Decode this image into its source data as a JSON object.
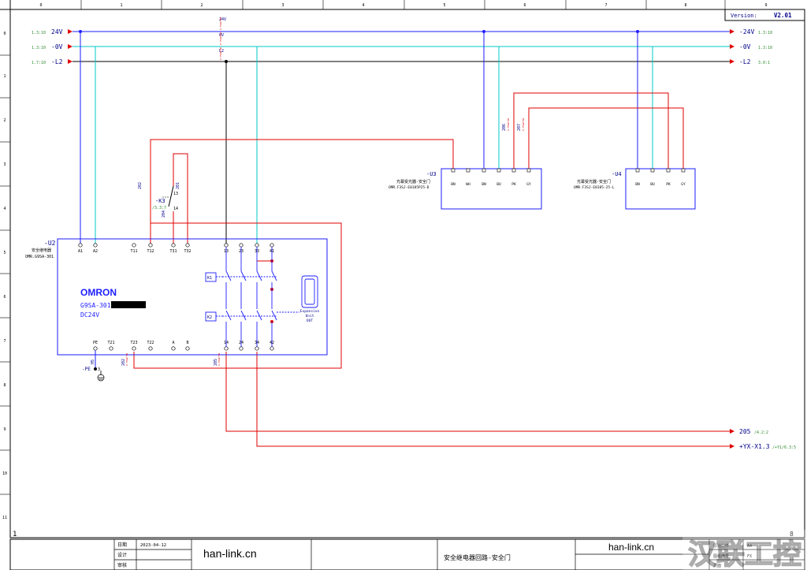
{
  "version": {
    "label": "Version:",
    "value": "V2.01"
  },
  "columns": [
    "0",
    "1",
    "2",
    "3",
    "4",
    "5",
    "6",
    "7",
    "8",
    "9"
  ],
  "rows": [
    "0",
    "1",
    "2",
    "3",
    "4",
    "5",
    "6",
    "7",
    "8",
    "9",
    "10",
    "11"
  ],
  "page_number": "1",
  "page_number_right": "8",
  "rails": {
    "p24": {
      "name": "24V",
      "ref_in": "1.3:10",
      "ref_out": "1.3:10",
      "name_out": "-24V",
      "wire": "24V",
      "wire_spec": "0.75mm²BU"
    },
    "p0": {
      "name": "-0V",
      "ref_in": "1.3:10",
      "ref_out": "1.3:10",
      "name_out": "-0V",
      "wire": "0V",
      "wire_spec": "0.75mm²BU"
    },
    "l2": {
      "name": "-L2",
      "ref_in": "1.7:10",
      "ref_out": "3.0:1",
      "name_out": "-L2",
      "wire": "L2",
      "wire_spec": "0.75mm²BK"
    }
  },
  "u2": {
    "tag": "-U2",
    "desc": "安全继电器",
    "part": "OMR.G9SA-301",
    "logo": "OMRON",
    "model": "G9SA-301",
    "voltage": "DC24V",
    "top_terminals": [
      "A1",
      "A2",
      "T11",
      "T12",
      "T31",
      "T32",
      "13",
      "23",
      "33",
      "41"
    ],
    "bottom_terminals": [
      "PE",
      "T21",
      "T23",
      "T22",
      "A",
      "B",
      "14",
      "24",
      "34",
      "42"
    ],
    "k1": "K1",
    "k2": "K2",
    "expansion": [
      "Expansion",
      "Unit",
      "OUT"
    ]
  },
  "k3": {
    "tag": "-K3",
    "ref": "/3.3:7",
    "t13": "13",
    "t14": "14",
    "wire_a": "202",
    "wire_b": "204",
    "wire_c": "201",
    "wire_spec": "0.75mm²RD"
  },
  "pe": {
    "tag": "-PE",
    "terminal": "3",
    "wire": "H5"
  },
  "wires": {
    "w202": "202",
    "w205": "205",
    "spec": "0.75mm²RD"
  },
  "u3": {
    "tag": "-U3",
    "desc": "光幕受光器-安全门",
    "part": "OMR.F3SJ-E0185P25-D",
    "pins": [
      "BN",
      "WH",
      "BN",
      "BU",
      "PK",
      "GY"
    ],
    "wire_a": "206",
    "wire_b": "207",
    "wire_spec": "0.75mm²RD"
  },
  "u4": {
    "tag": "-U4",
    "desc": "光幕受光器-安全门",
    "part": "OMR.F3SJ-E0185-25-L",
    "pins": [
      "BN",
      "BU",
      "PK",
      "GY"
    ]
  },
  "outputs": {
    "o205": {
      "name": "205",
      "ref": "/4.2:2"
    },
    "oyx": {
      "name": "+YX-X1.3",
      "ref": "/+Y1/6.3:5"
    }
  },
  "title_block": {
    "date_label": "日期",
    "date": "2023-04-12",
    "design_label": "设计",
    "check_label": "审核",
    "site": "han-link.cn",
    "title": "安全继电器回路-安全门",
    "site2": "han-link.cn",
    "right_labels": [
      "原始文件",
      "图纸编号",
      "页面"
    ],
    "right_values": [
      "A4",
      "FX",
      ""
    ]
  },
  "watermark": "汉联工控"
}
